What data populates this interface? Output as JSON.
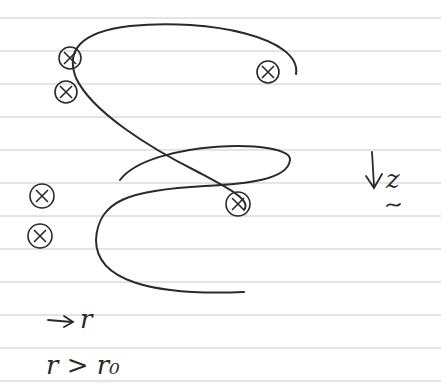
{
  "diagram": {
    "labels": [
      "z",
      "r",
      "r > r₀"
    ]
  }
}
